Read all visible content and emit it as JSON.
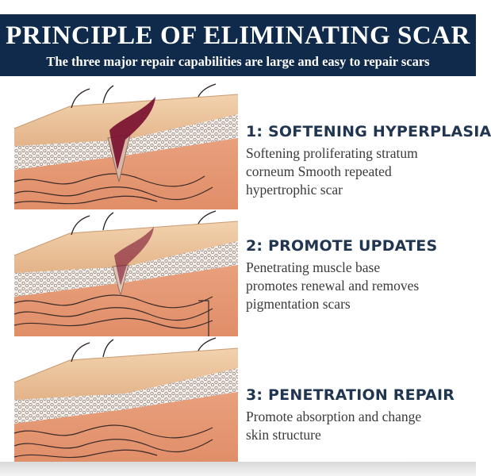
{
  "header": {
    "title": "PRINCIPLE OF ELIMINATING SCAR",
    "subtitle": "The three major repair capabilities are large and easy to repair scars"
  },
  "colors": {
    "banner": "#0f2a4a",
    "heading": "#1f3550",
    "scar": "#7a1030",
    "epidermis": "#e8c39a",
    "dermis": "#e79a72"
  },
  "steps": [
    {
      "heading": "1: SOFTENING HYPERPLASIA",
      "lines": [
        "Softening proliferating stratum",
        "corneum Smooth repeated",
        "hypertrophic scar"
      ]
    },
    {
      "heading": "2: PROMOTE UPDATES",
      "lines": [
        "Penetrating muscle base",
        "promotes renewal and removes",
        "pigmentation scars"
      ]
    },
    {
      "heading": "3: PENETRATION REPAIR",
      "lines": [
        "Promote absorption and change",
        "skin structure"
      ]
    }
  ]
}
